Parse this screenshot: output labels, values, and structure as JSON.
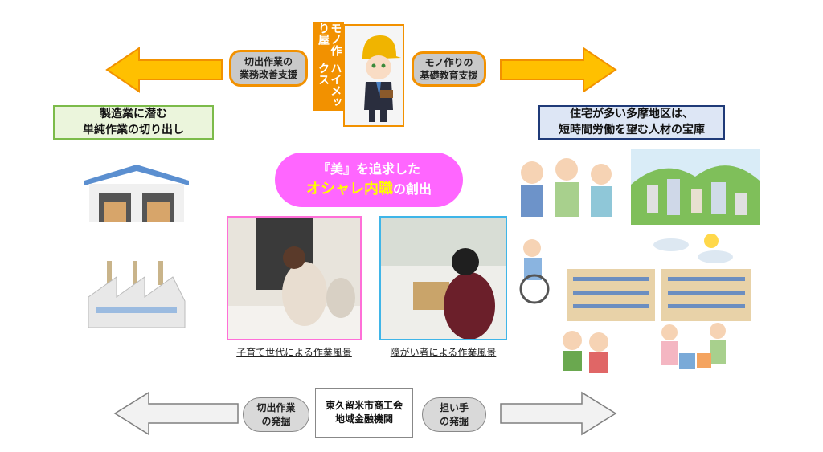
{
  "top": {
    "left_pill": [
      "切出作業の",
      "業務改善支援"
    ],
    "right_pill": [
      "モノ作りの",
      "基礎教育支援"
    ],
    "company_label": [
      "モノ作り屋",
      "ハイメックス"
    ]
  },
  "left_box": [
    "製造業に潜む",
    "単純作業の切り出し"
  ],
  "right_box": [
    "住宅が多い多摩地区は、",
    "短時間労働を望む人材の宝庫"
  ],
  "center_banner": {
    "line1": "『美』を追求した",
    "highlight": "オシャレ内職",
    "rest": "の創出"
  },
  "photos": [
    {
      "caption": "子育て世代による作業風景"
    },
    {
      "caption": "障がい者による作業風景"
    }
  ],
  "bottom": {
    "left_pill": [
      "切出作業",
      "の発掘"
    ],
    "center_box": [
      "東久留米市商工会",
      "地域金融機関"
    ],
    "right_pill": [
      "担い手",
      "の発掘"
    ]
  },
  "colors": {
    "orange": "#f29100",
    "yellow": "#ffc000",
    "pink": "#ff66ff",
    "green": "#7cbb4a",
    "navy": "#1f3a78"
  }
}
